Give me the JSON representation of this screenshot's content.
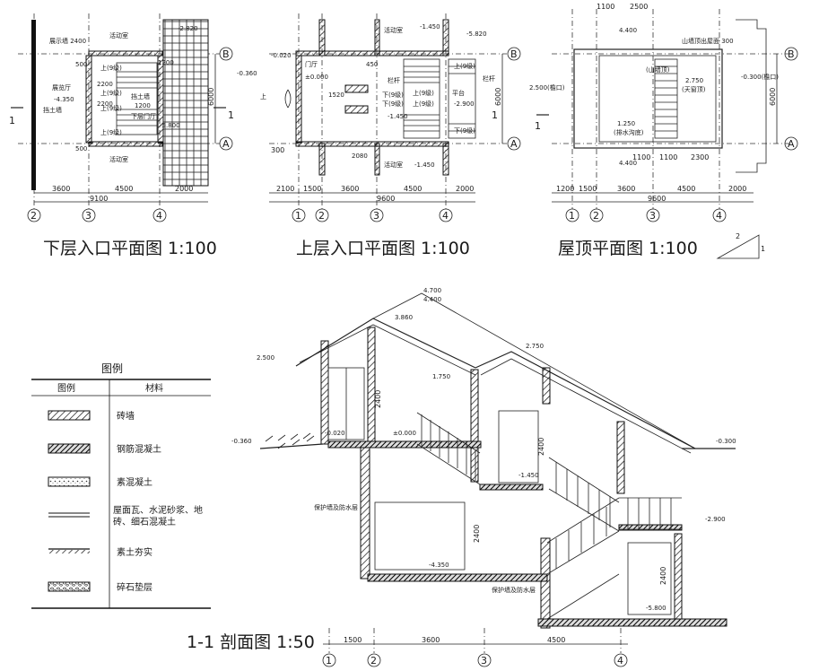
{
  "captions": {
    "lower_plan": "下层入口平面图 1:100",
    "upper_plan": "上层入口平面图 1:100",
    "roof_plan": "屋顶平面图 1:100",
    "section": "1-1 剖面图 1:50"
  },
  "axes": {
    "a1": "1",
    "a2": "2",
    "a3": "3",
    "a4": "4",
    "aA": "A",
    "aB": "B"
  },
  "section_mark": "1",
  "slope": {
    "rise": "2",
    "run": "1"
  },
  "lower_plan": {
    "dims_bottom": [
      "3600",
      "4500",
      "2000"
    ],
    "dims_total": "9100",
    "dim_side": "6000",
    "dim_stair": [
      "500",
      "2200",
      "2200",
      "500"
    ],
    "labels": {
      "room_top": "活动室",
      "room_bottom": "活动室",
      "hall": "展览厅",
      "wall_note": "挡土墙",
      "upper_flight_1": "上(9级)",
      "upper_flight_2": "上(9级)",
      "upper_flight_3": "上(9级)",
      "upper_flight_4": "上(9级)",
      "stair_well": "挡土墙",
      "stair_note": "下层门厅",
      "rail_note": "展示墙 2400",
      "w1200": "1200",
      "w1200b": "1200"
    },
    "levels": [
      "-2.820",
      "-4.350",
      "-5.800"
    ]
  },
  "upper_plan": {
    "dims_bottom": [
      "2100",
      "1500",
      "3600",
      "4500",
      "2000"
    ],
    "dims_total": "9600",
    "dim_side": "6000",
    "dim_side_left": "300",
    "labels": {
      "room_top": "活动室",
      "room_bottom": "活动室",
      "door": "门厅",
      "up": "上",
      "w450": "450",
      "w1520": "1520",
      "w2080": "2080",
      "rail": "栏杆",
      "stage": "平台",
      "f1": "上(9级)",
      "f2": "下(9级)",
      "f3": "下(9级)",
      "f4": "上(9级)",
      "f5": "上(9级)",
      "f6": "下(9级)",
      "rail2": "栏杆"
    },
    "levels": [
      "-1.450",
      "-5.820",
      "±0.000",
      "-0.360",
      "-0.020",
      "-1.450",
      "-2.900",
      "-1.450"
    ]
  },
  "roof_plan": {
    "dims_top": [
      "1100",
      "2500"
    ],
    "dims_bottom": [
      "1200",
      "1500",
      "3600",
      "4500",
      "2000"
    ],
    "dims_top2": [
      "1100",
      "1100",
      "2300"
    ],
    "dims_total": "9600",
    "dim_side": "6000",
    "labels": {
      "skylight": "山墙顶出屋面 300",
      "wall_top": "(山墙顶)",
      "roof_top": "(天窗顶)",
      "drain": "(排水沟底)",
      "eave_left": "2.500(檐口)",
      "eave_right": "-0.300(檐口)"
    },
    "levels": [
      "4.400",
      "2.750",
      "1.250",
      "4.400"
    ]
  },
  "legend": {
    "title": "图例",
    "col_symbol": "图例",
    "col_material": "材料",
    "items": [
      {
        "symbol": "brick-hatch",
        "label": "砖墙"
      },
      {
        "symbol": "rc-hatch",
        "label": "钢筋混凝土"
      },
      {
        "symbol": "plain-concrete",
        "label": "素混凝土"
      },
      {
        "symbol": "finish-lines",
        "label": "屋面瓦、水泥砂浆、地砖、细石混凝土"
      },
      {
        "symbol": "rammed-earth",
        "label": "素土夯实"
      },
      {
        "symbol": "gravel",
        "label": "碎石垫层"
      }
    ]
  },
  "section": {
    "levels": [
      "4.700",
      "4.400",
      "3.860",
      "2.750",
      "2.500",
      "1.750",
      "-0.020",
      "±0.000",
      "-0.360",
      "-0.300",
      "-1.450",
      "-2.900",
      "-4.350",
      "-5.800"
    ],
    "heights": [
      "2400",
      "2400",
      "2400",
      "2400"
    ],
    "dims_bottom": [
      "1500",
      "3600",
      "4500"
    ],
    "notes": {
      "waterproof_1": "保护墙及防水层",
      "waterproof_2": "保护墙及防水层"
    }
  }
}
